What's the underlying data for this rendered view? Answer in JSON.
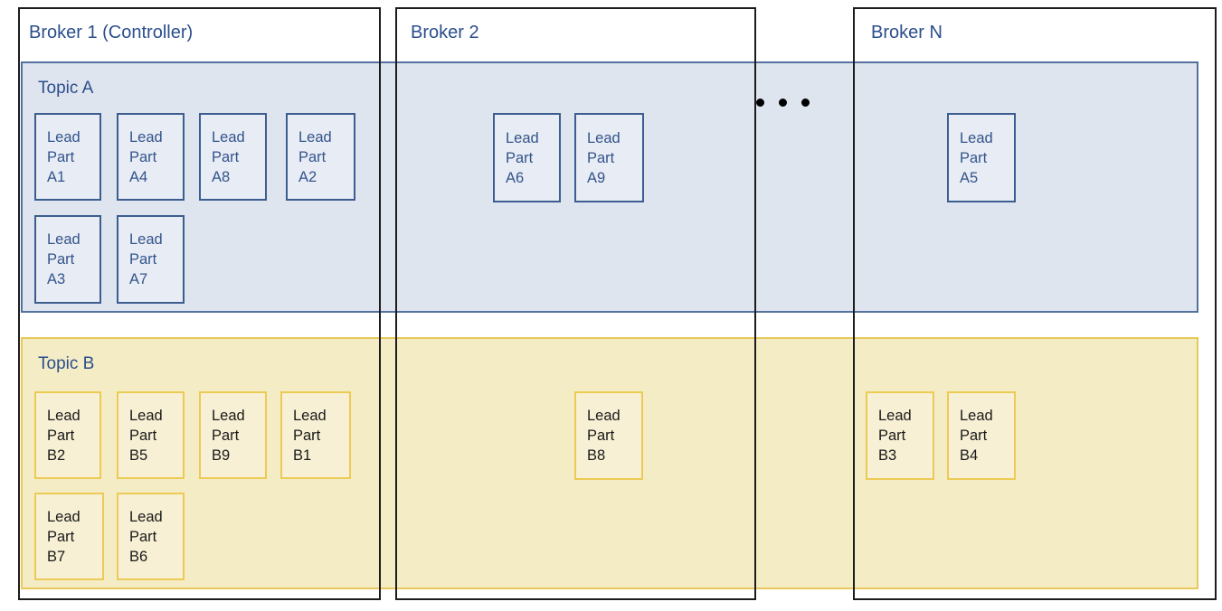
{
  "brokers": [
    {
      "title": "Broker 1 (Controller)"
    },
    {
      "title": "Broker 2"
    },
    {
      "title": "Broker N"
    }
  ],
  "topic_a": {
    "label": "Topic A",
    "broker1_partitions": [
      "Lead Part A1",
      "Lead Part A4",
      "Lead Part A8",
      "Lead Part A2",
      "Lead Part A3",
      "Lead Part A7"
    ],
    "broker2_partitions": [
      "Lead Part A6",
      "Lead Part A9"
    ],
    "brokerN_partitions": [
      "Lead Part A5"
    ]
  },
  "topic_b": {
    "label": "Topic B",
    "broker1_partitions": [
      "Lead Part B2",
      "Lead Part B5",
      "Lead Part B9",
      "Lead Part B1",
      "Lead Part B7",
      "Lead Part B6"
    ],
    "broker2_partitions": [
      "Lead Part B8"
    ],
    "brokerN_partitions": [
      "Lead Part B3",
      "Lead Part B4"
    ]
  },
  "icons": {
    "ellipsis": "more-brokers-ellipsis-dots"
  },
  "ellipsis_dot_count": 3,
  "colors": {
    "page_bg": "#ffffff",
    "broker_border": "#1c1c1c",
    "title_text": "#2b4e8c",
    "topic_a_fill": "#dfe5ef",
    "topic_a_border": "#53719f",
    "part_a_fill": "#e8ecf4",
    "part_a_border": "#3c5d90",
    "part_a_text": "#33548c",
    "topic_b_fill": "#f4ecc5",
    "topic_b_border": "#e7c95a",
    "part_b_fill": "#f7f0d4",
    "part_b_border": "#eccb55",
    "part_b_text": "#1a1a1a",
    "dot_color": "#000000"
  }
}
